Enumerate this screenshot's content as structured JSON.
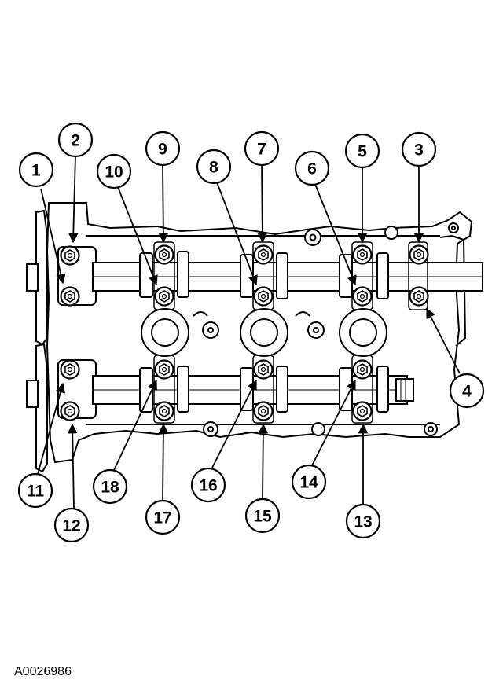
{
  "figure_id": "A0026986",
  "callout_labels": [
    "1",
    "2",
    "3",
    "4",
    "5",
    "6",
    "7",
    "8",
    "9",
    "10",
    "11",
    "12",
    "13",
    "14",
    "15",
    "16",
    "17",
    "18"
  ],
  "colors": {
    "line": "#000000",
    "background": "#ffffff"
  }
}
